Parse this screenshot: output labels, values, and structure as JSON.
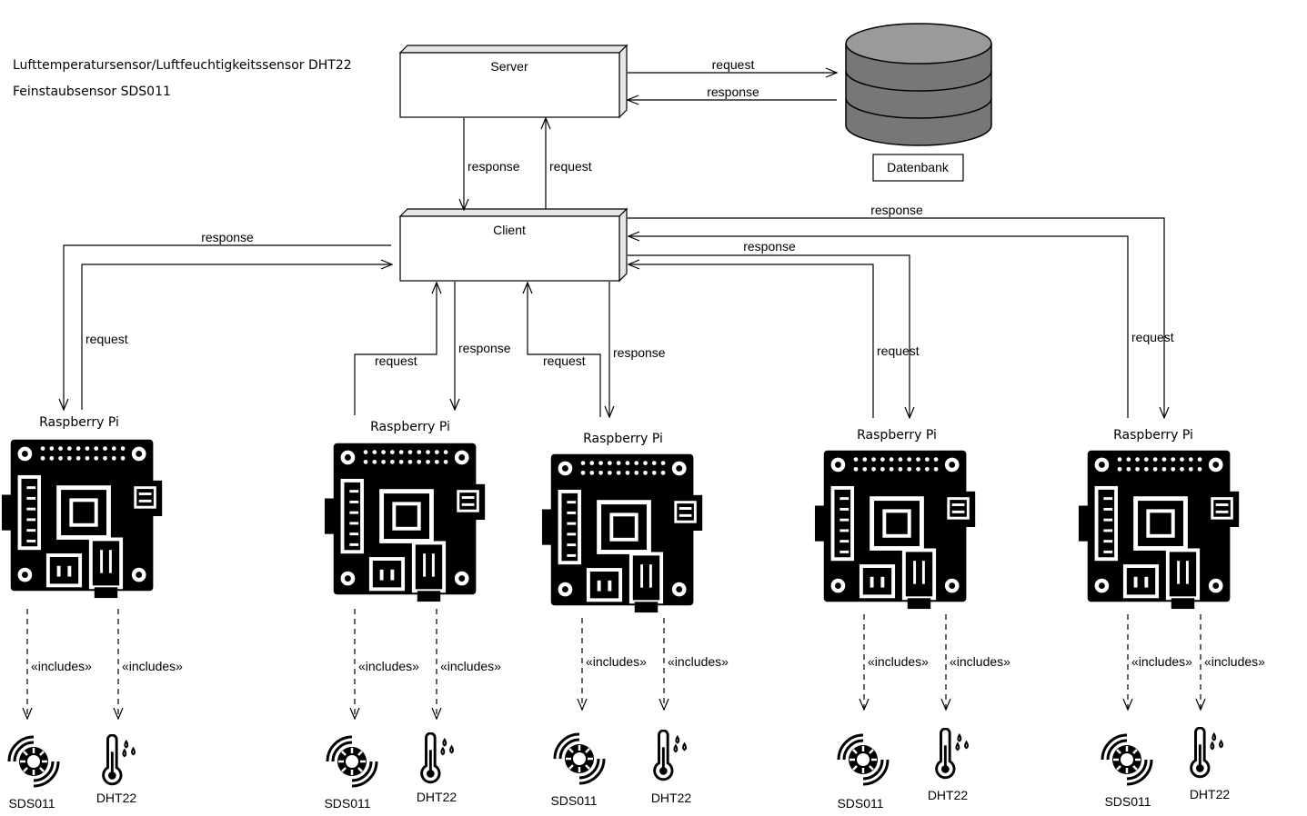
{
  "legend": {
    "line1": "Lufttemperatursensor/Luftfeuchtigkeitssensor DHT22",
    "line2": "Feinstaubsensor SDS011"
  },
  "nodes": {
    "server": "Server",
    "client": "Client",
    "database": "Datenbank"
  },
  "edge_labels": {
    "request": "request",
    "response": "response",
    "includes": "«includes»"
  },
  "raspberry_label": "Raspberry Pi",
  "sensors": {
    "particulate": "SDS011",
    "temperature": "DHT22"
  },
  "stations": [
    {
      "name": "Raspberry Pi",
      "sensor_a": "SDS011",
      "sensor_b": "DHT22"
    },
    {
      "name": "Raspberry Pi",
      "sensor_a": "SDS011",
      "sensor_b": "DHT22"
    },
    {
      "name": "Raspberry Pi",
      "sensor_a": "SDS011",
      "sensor_b": "DHT22"
    },
    {
      "name": "Raspberry Pi",
      "sensor_a": "SDS011",
      "sensor_b": "DHT22"
    },
    {
      "name": "Raspberry Pi",
      "sensor_a": "SDS011",
      "sensor_b": "DHT22"
    }
  ]
}
